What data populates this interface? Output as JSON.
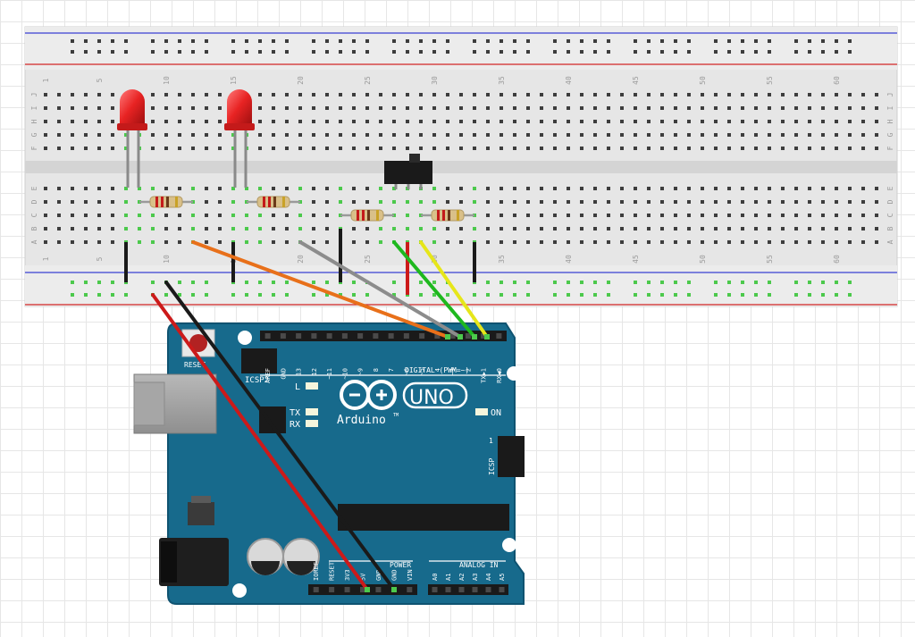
{
  "breadboard": {
    "column_numbers": [
      "1",
      "5",
      "10",
      "15",
      "20",
      "25",
      "30",
      "35",
      "40",
      "45",
      "50",
      "55",
      "60"
    ],
    "row_letters_top": [
      "J",
      "I",
      "H",
      "G",
      "F"
    ],
    "row_letters_bottom": [
      "E",
      "D",
      "C",
      "B",
      "A"
    ]
  },
  "arduino": {
    "logo_text": "Arduino",
    "tm": "TM",
    "model": "UNO",
    "reset_label": "RESET",
    "icsp2_label": "ICSP2",
    "icsp_label": "ICSP",
    "icsp_pin1": "1",
    "on_label": "ON",
    "l_label": "L",
    "tx_label": "TX",
    "rx_label": "RX",
    "digital_label": "DIGITAL (PWM=~)",
    "power_label": "POWER",
    "analog_label": "ANALOG IN",
    "digital_pins": [
      "AREF",
      "GND",
      "13",
      "12",
      "~11",
      "~10",
      "~9",
      "8",
      "7",
      "~6",
      "~5",
      "4",
      "~3",
      "2",
      "TX▶1",
      "RX◀0"
    ],
    "power_pins": [
      "IOREF",
      "RESET",
      "3V3",
      "5V",
      "GND",
      "GND",
      "VIN"
    ],
    "analog_pins": [
      "A0",
      "A1",
      "A2",
      "A3",
      "A4",
      "A5"
    ]
  },
  "colors": {
    "board": "#176a8c",
    "board_edge": "#0f5371",
    "breadboard": "#e8e8e8",
    "rail_red": "#d32626",
    "rail_blue": "#3a3fd1",
    "led": "#e82323",
    "wire_orange": "#e8701a",
    "wire_gray": "#8c8c8c",
    "wire_green": "#1eb81e",
    "wire_yellow": "#e6e61a",
    "wire_red": "#cc1a1a",
    "wire_black": "#1a1a1a",
    "hole": "#3d3d3d",
    "hole_active": "#4cc94c"
  }
}
